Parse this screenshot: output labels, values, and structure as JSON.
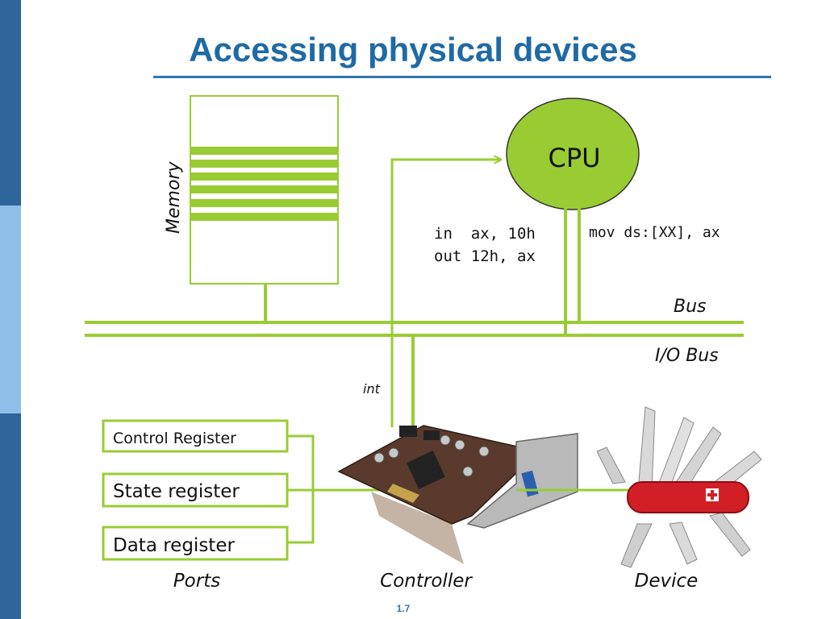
{
  "slide": {
    "title": "Accessing physical devices",
    "page_number": "1.7"
  },
  "colors": {
    "accent_green": "#99cc33",
    "cpu_fill": "#99cc33",
    "title_blue": "#1f6aa5",
    "stripe_dark": "#2d6499",
    "stripe_light": "#8fbfe8"
  },
  "diagram": {
    "memory_label": "Memory",
    "cpu_label": "CPU",
    "io_instructions": [
      "in  ax, 10h",
      "out 12h, ax"
    ],
    "mem_instruction": "mov ds:[XX], ax",
    "bus_label": "Bus",
    "io_bus_label": "I/O Bus",
    "int_label": "int",
    "registers": [
      "Control Register",
      "State register",
      "Data register"
    ],
    "ports_label": "Ports",
    "controller_label": "Controller",
    "device_label": "Device",
    "controller_icon": "pci-card-icon",
    "device_icon": "swiss-army-knife-icon"
  }
}
